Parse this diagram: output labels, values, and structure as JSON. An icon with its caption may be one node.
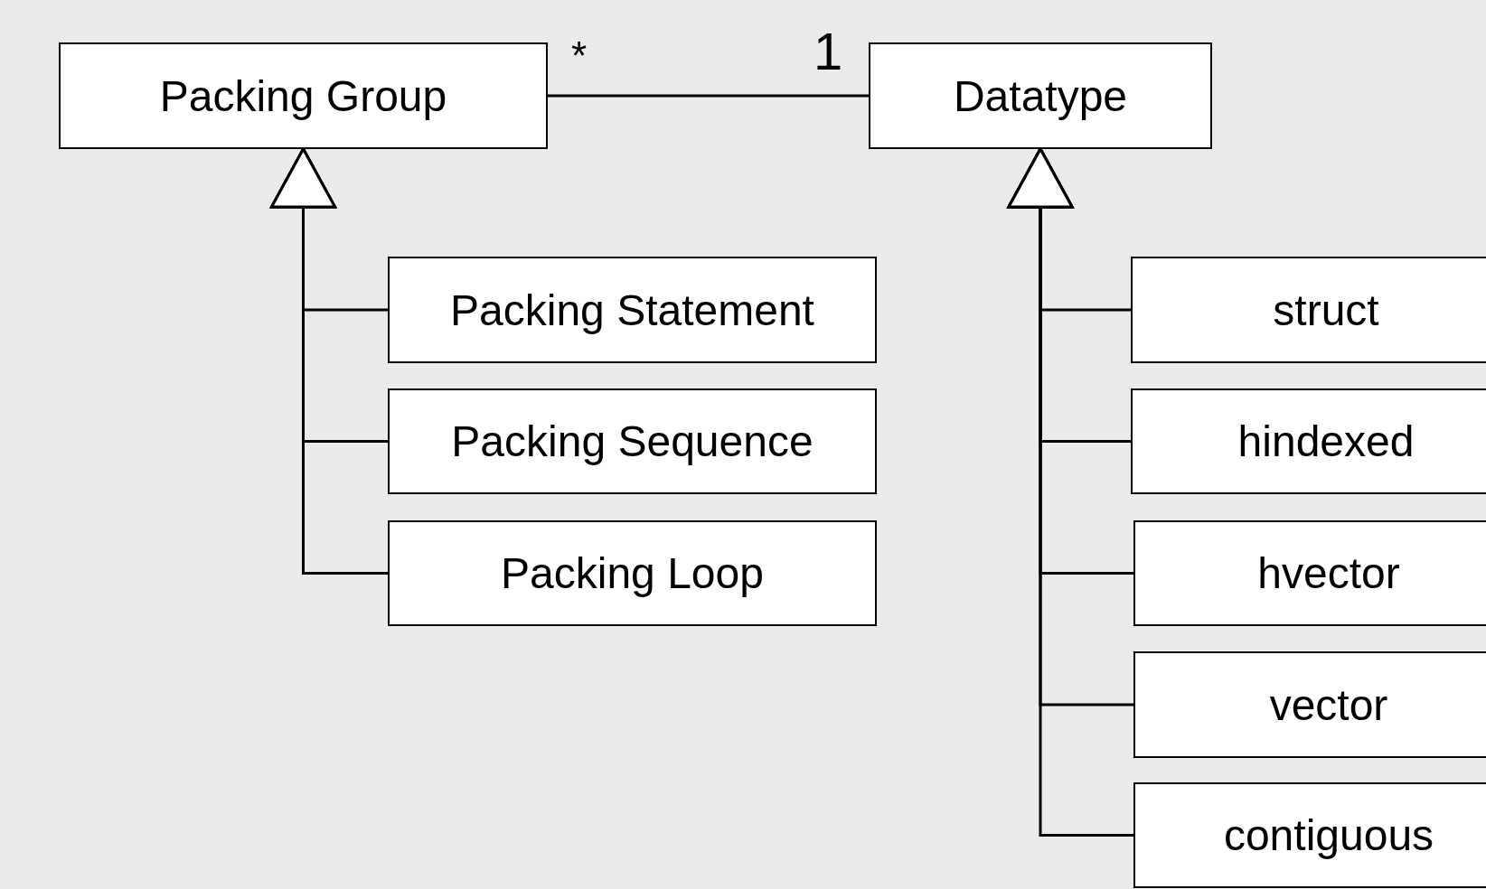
{
  "diagram": {
    "nodes": [
      {
        "text": [
          "Packing Group"
        ]
      },
      {
        "text": [
          "Datatype"
        ]
      },
      {
        "text": [
          "Packing Statement"
        ]
      },
      {
        "text": [
          "Packing Sequence"
        ]
      },
      {
        "text": [
          "Packing Loop"
        ]
      },
      {
        "text": [
          "struct"
        ]
      },
      {
        "text": [
          "hindexed"
        ]
      },
      {
        "text": [
          "hvector"
        ]
      },
      {
        "text": [
          "vector"
        ]
      },
      {
        "text": [
          "contiguous"
        ]
      }
    ],
    "edges": [
      {
        "from": 0,
        "to": 1,
        "arrow": "none"
      },
      {
        "from": 2,
        "to": 0,
        "arrow": "to"
      },
      {
        "from": 3,
        "to": 0,
        "arrow": "to"
      },
      {
        "from": 4,
        "to": 0,
        "arrow": "to"
      },
      {
        "from": 5,
        "to": 1,
        "arrow": "to"
      },
      {
        "from": 6,
        "to": 1,
        "arrow": "to"
      },
      {
        "from": 7,
        "to": 1,
        "arrow": "to"
      },
      {
        "from": 8,
        "to": 1,
        "arrow": "to"
      },
      {
        "from": 9,
        "to": 1,
        "arrow": "to"
      }
    ],
    "labels": [
      "*",
      "1"
    ]
  }
}
